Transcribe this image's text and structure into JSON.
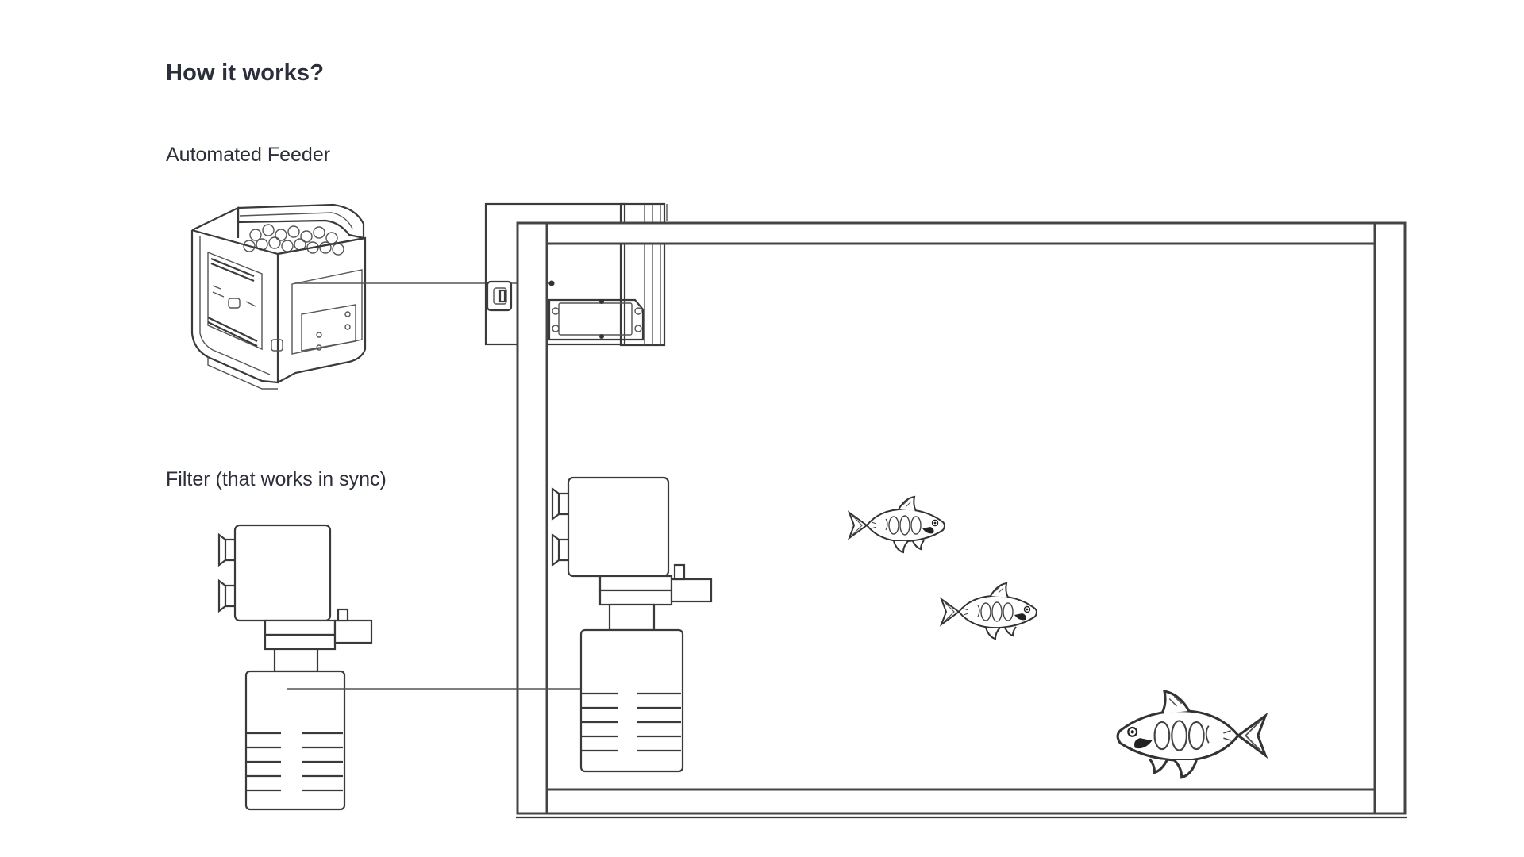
{
  "heading": "How it works?",
  "sections": {
    "feeder_label": "Automated Feeder",
    "filter_label": "Filter (that works in sync)"
  },
  "colors": {
    "text": "#2b2f3a",
    "line": "#3a3a3a",
    "background": "#ffffff"
  }
}
